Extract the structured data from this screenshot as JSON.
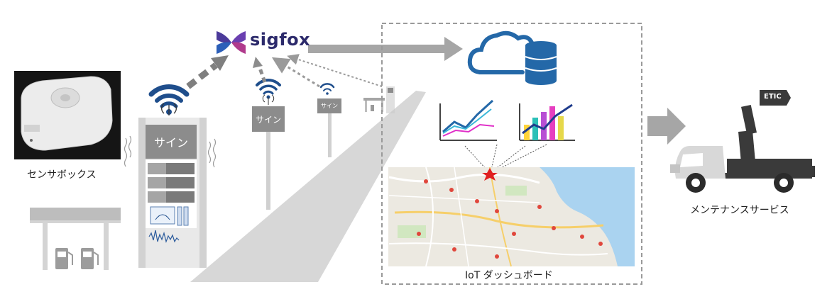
{
  "brand": {
    "logo_text": "sigfox"
  },
  "labels": {
    "sensor_box": "センサボックス",
    "sign_large": "サイン",
    "sign_medium": "サイン",
    "sign_small": "サイン",
    "dashboard": "IoT ダッシュボード",
    "maintenance": "メンテナンスサービス",
    "truck_badge": "ETIC"
  },
  "colors": {
    "sigfox_navy": "#2c2a6b",
    "wifi_blue": "#1f4e8c",
    "arrow_gray": "#a6a6a6",
    "cloud_blue": "#2468a8",
    "truck_dark": "#3a3a3a"
  }
}
